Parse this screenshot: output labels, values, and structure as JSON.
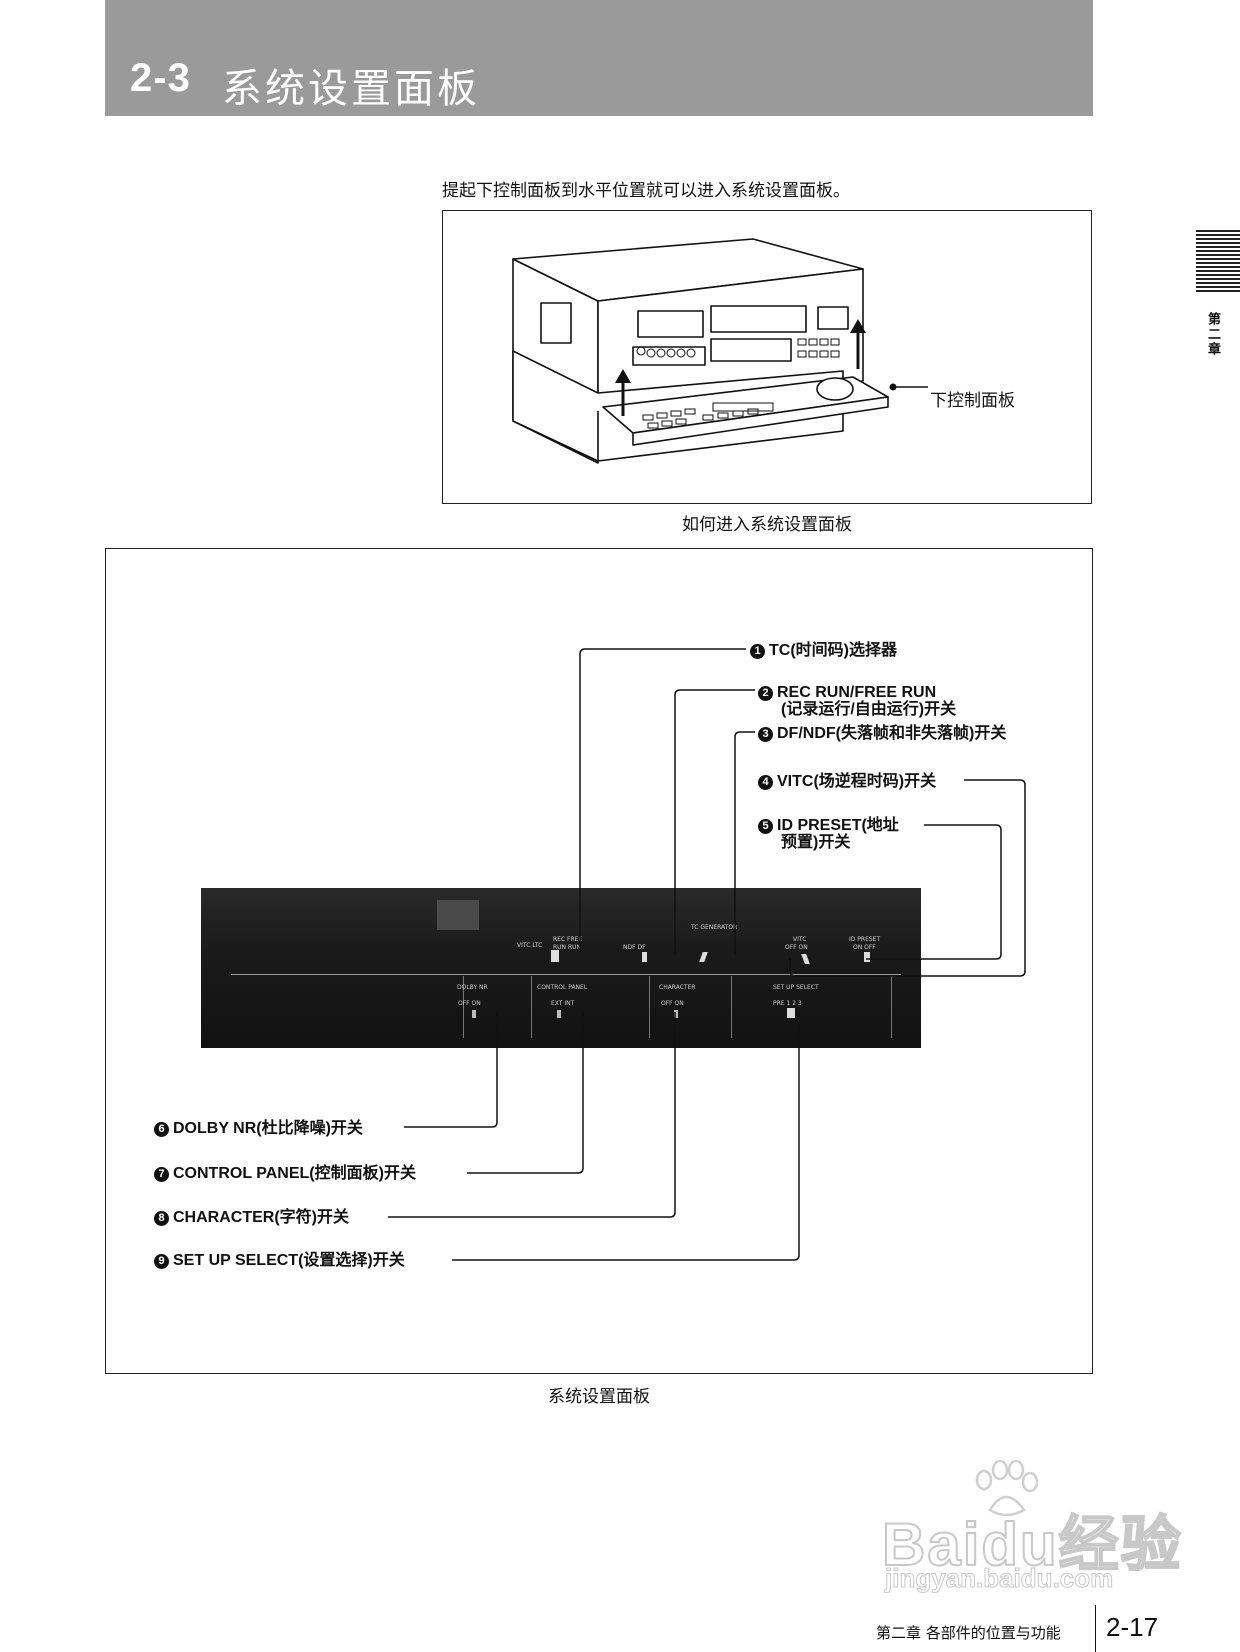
{
  "header": {
    "section_number": "2-3",
    "title": "系统设置面板"
  },
  "chapter_tab": {
    "label": "第二章"
  },
  "intro": "提起下控制面板到水平位置就可以进入系统设置面板。",
  "figure1": {
    "callout": "下控制面板",
    "caption": "如何进入系统设置面板"
  },
  "figure2": {
    "caption": "系统设置面板",
    "callouts": [
      {
        "num": "1",
        "line1": "TC(时间码)选择器",
        "line2": ""
      },
      {
        "num": "2",
        "line1": "REC RUN/FREE RUN",
        "line2": "(记录运行/自由运行)开关"
      },
      {
        "num": "3",
        "line1": "DF/NDF(失落帧和非失落帧)开关",
        "line2": ""
      },
      {
        "num": "4",
        "line1": "VITC(场逆程时码)开关",
        "line2": ""
      },
      {
        "num": "5",
        "line1": "ID PRESET(地址",
        "line2": "预置)开关"
      },
      {
        "num": "6",
        "line1": "DOLBY NR(杜比降噪)开关",
        "line2": ""
      },
      {
        "num": "7",
        "line1": "CONTROL PANEL(控制面板)开关",
        "line2": ""
      },
      {
        "num": "8",
        "line1": "CHARACTER(字符)开关",
        "line2": ""
      },
      {
        "num": "9",
        "line1": "SET UP SELECT(设置选择)开关",
        "line2": ""
      }
    ],
    "panel_labels": {
      "tc_generator": "TC GENERATOR",
      "rec_free": "REC   FREE",
      "run_run": "RUN   RUN",
      "ndf_df": "NDF   DF",
      "vitc": "VITC",
      "id_preset": "ID PRESET",
      "off_on": "OFF  ON",
      "on_off": "ON  OFF",
      "vitc_ltc": "VITC  LTC",
      "dolby_nr": "DOLBY NR",
      "control_panel": "CONTROL PANEL",
      "character": "CHARACTER",
      "set_up_select": "SET UP SELECT",
      "ext_int": "EXT  INT",
      "set_pos": "PRE  1  2  3"
    }
  },
  "footer": {
    "chapter_text": "第二章 各部件的位置与功能",
    "page_number": "2-17"
  },
  "watermark": {
    "logo": "Baidu经验",
    "url": "jingyan.baidu.com"
  }
}
